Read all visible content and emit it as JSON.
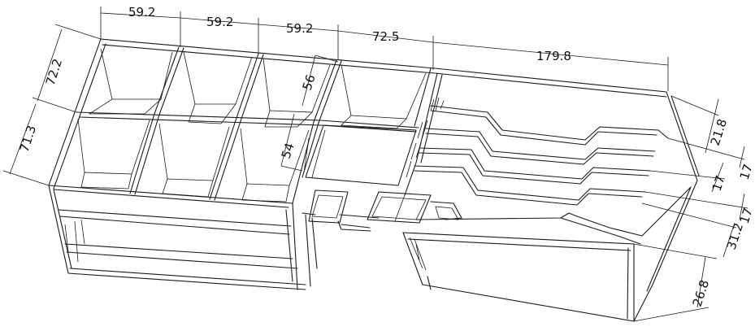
{
  "dimensions": {
    "top": [
      "59.2",
      "59.2",
      "59.2",
      "72.5",
      "179.8"
    ],
    "left": [
      "72.2",
      "71.3"
    ],
    "inner": [
      "56",
      "54"
    ],
    "right": [
      "21.8",
      "17",
      "17",
      "17",
      "31.2",
      "26.8"
    ]
  },
  "colors": {
    "line": "#1a1a1a",
    "background": "#ffffff"
  }
}
